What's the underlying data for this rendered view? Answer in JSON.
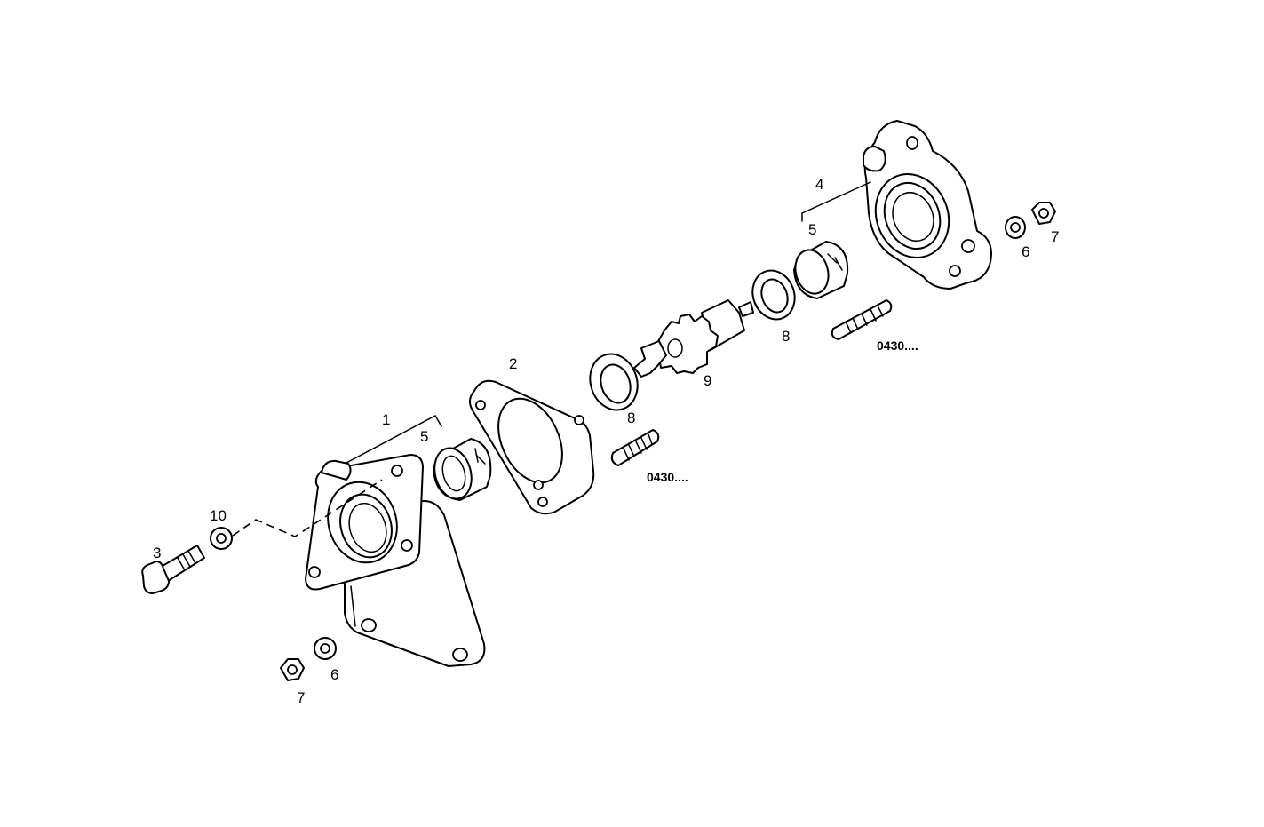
{
  "diagram": {
    "labels": {
      "housing_front": "1",
      "gasket": "2",
      "bolt": "3",
      "housing_rear": "4",
      "bushing_front": "5",
      "bushing_rear": "5",
      "washer_bottom": "6",
      "washer_right": "6",
      "nut_bottom": "7",
      "nut_right": "7",
      "seal_front": "8",
      "seal_rear": "8",
      "gear_shaft": "9",
      "washer_bolt": "10",
      "stud_front": "0430....",
      "stud_rear": "0430...."
    },
    "colors": {
      "line": "#000000",
      "background": "#ffffff"
    }
  }
}
